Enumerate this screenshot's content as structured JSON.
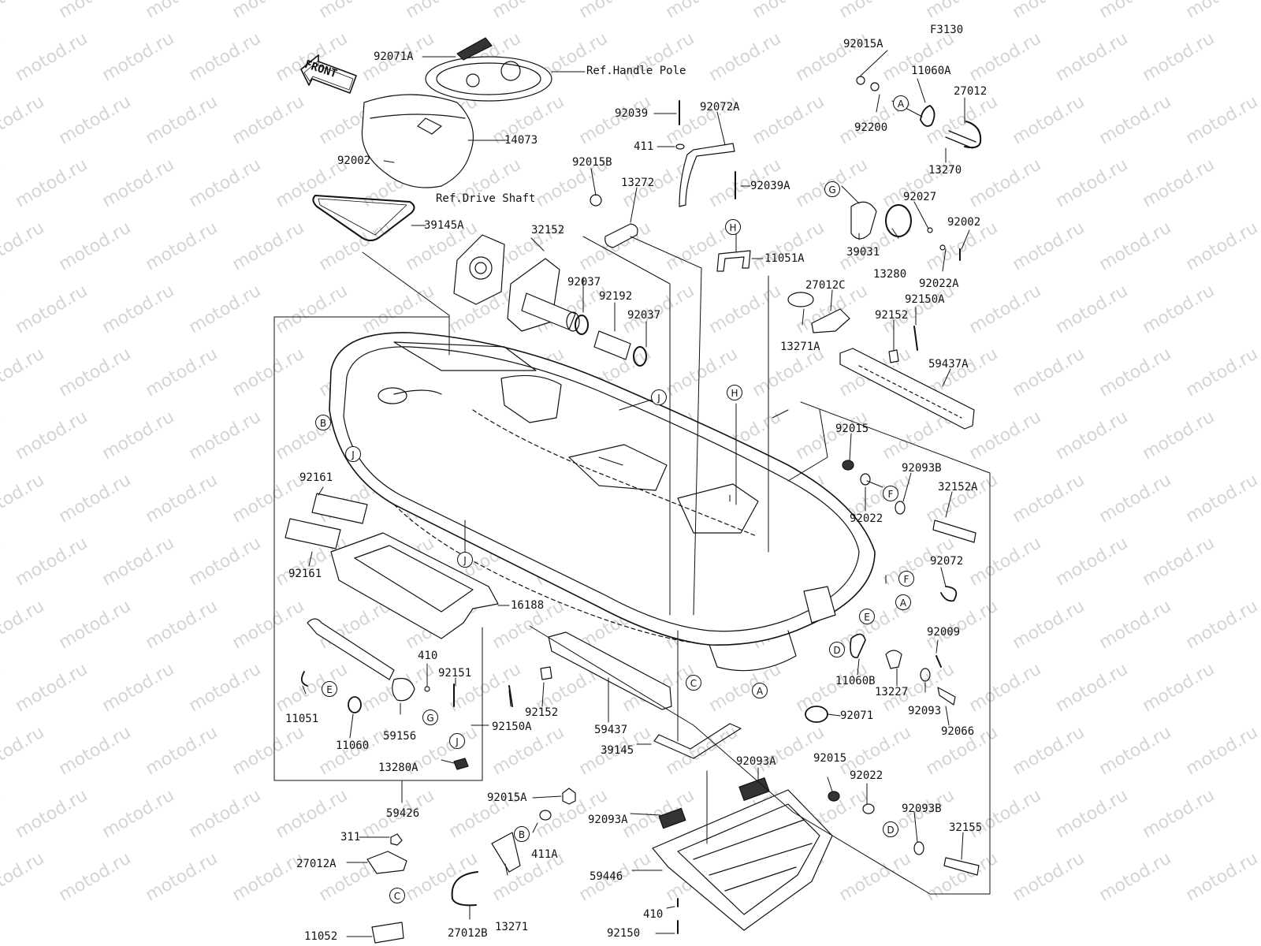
{
  "diagram_code": "F3130",
  "watermark_text": "motod.ru",
  "front_arrow_text": "FRONT",
  "refs": [
    {
      "id": "ref-handle-pole",
      "text": "Ref.Handle Pole"
    },
    {
      "id": "ref-drive-shaft",
      "text": "Ref.Drive Shaft"
    }
  ],
  "parts": [
    "92071A",
    "14073",
    "92002",
    "39145A",
    "32152",
    "92037",
    "92192",
    "92037",
    "92039",
    "92072A",
    "411",
    "92015B",
    "13272",
    "92039A",
    "11051A",
    "92015A",
    "11060A",
    "27012",
    "92200",
    "13270",
    "39031",
    "13280",
    "92027",
    "92002",
    "92022A",
    "27012C",
    "13271A",
    "92150A",
    "92152",
    "59437A",
    "92015",
    "92093B",
    "32152A",
    "92022",
    "92072",
    "92009",
    "13227",
    "92093",
    "92066",
    "11060B",
    "92071",
    "92161",
    "92161",
    "16188",
    "410",
    "92151",
    "11051",
    "11060",
    "59156",
    "13280A",
    "59426",
    "92150A",
    "92152",
    "59437",
    "39145",
    "92093A",
    "92093A",
    "59446",
    "410",
    "92150",
    "92015A",
    "411A",
    "13271",
    "27012B",
    "311",
    "27012A",
    "11052",
    "92015",
    "92022",
    "92093B",
    "32155"
  ],
  "callouts": [
    "A",
    "A",
    "A",
    "B",
    "B",
    "C",
    "C",
    "D",
    "D",
    "E",
    "E",
    "F",
    "F",
    "G",
    "G",
    "H",
    "H",
    "J",
    "J",
    "J",
    "J"
  ]
}
